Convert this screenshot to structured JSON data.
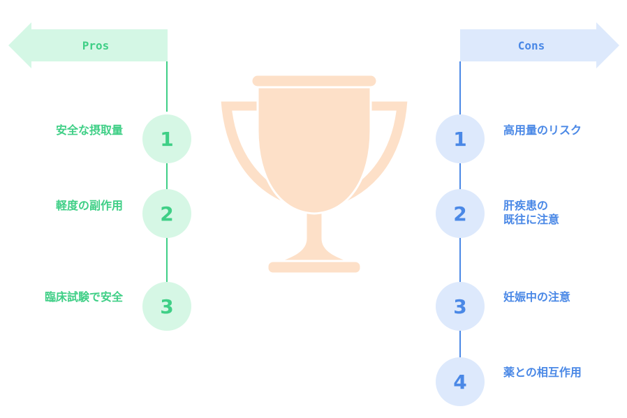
{
  "pros": {
    "label": "Pros",
    "color": "#3fcf86",
    "items": [
      {
        "number": "1",
        "text": "安全な摂取量"
      },
      {
        "number": "2",
        "text": "軽度の副作用"
      },
      {
        "number": "3",
        "text": "臨床試験で安全"
      }
    ]
  },
  "cons": {
    "label": "Cons",
    "color": "#4a88e6",
    "items": [
      {
        "number": "1",
        "text": "高用量のリスク"
      },
      {
        "number": "2",
        "text": "肝疾患の\n既往に注意"
      },
      {
        "number": "3",
        "text": "妊娠中の注意"
      },
      {
        "number": "4",
        "text": "薬との相互作用"
      }
    ]
  },
  "trophy": {
    "icon": "trophy-icon",
    "color": "#fde0c8"
  }
}
